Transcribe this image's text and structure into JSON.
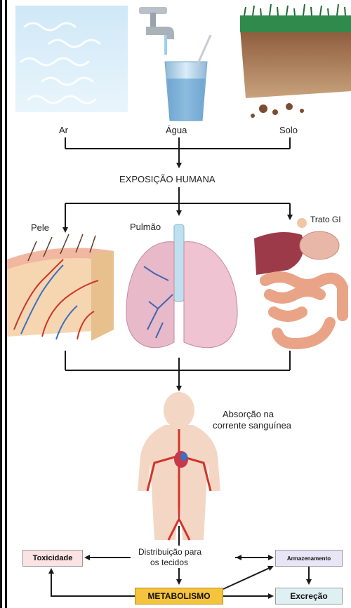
{
  "diagram": {
    "sources": {
      "air": "Ar",
      "water": "Água",
      "soil": "Solo"
    },
    "exposure": "EXPOSIÇÃO HUMANA",
    "routes": {
      "skin": "Pele",
      "lung": "Pulmão",
      "gi": "Trato GI"
    },
    "absorption": {
      "line1": "Absorção na",
      "line2": "corrente sanguínea"
    },
    "distribution": {
      "line1": "Distribuição para",
      "line2": "os tecidos"
    },
    "outcomes": {
      "toxicity": "Toxicidade",
      "storage": "Armazenamento",
      "metabolism": "METABOLISMO",
      "excretion": "Excreção"
    }
  },
  "colors": {
    "toxicity_box": "#fbe3e3",
    "storage_box": "#e8e6f6",
    "metabolism_box": "#f6c33d",
    "excretion_box": "#dff0f2",
    "arrows": "#1a1a1a"
  }
}
